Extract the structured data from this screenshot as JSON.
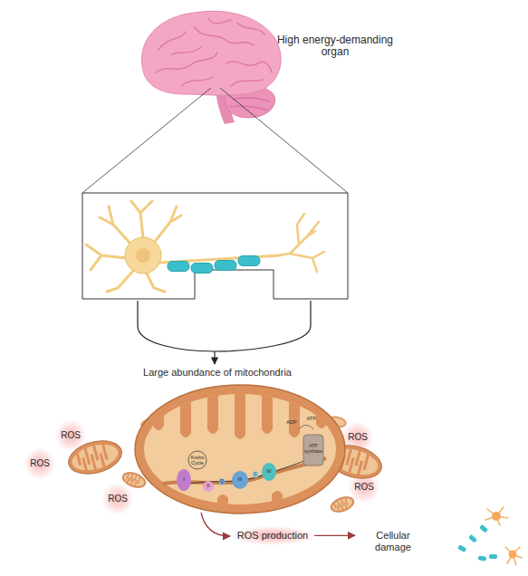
{
  "diagram": {
    "nodes": [
      {
        "text": [
          "ROS production"
        ]
      },
      {
        "text": [
          "Cellular damage"
        ]
      }
    ],
    "edges": [
      {
        "from": 0,
        "to": 1,
        "arrow": "to"
      }
    ],
    "labels": [
      "High energy-demanding organ",
      "Large abundance of mitochondria",
      "ROS",
      "ROS",
      "ROS",
      "ROS",
      "ROS",
      "Krebs Cycle",
      "I",
      "II",
      "Q",
      "III",
      "C",
      "IV",
      "ADP",
      "ATP",
      "ATP synthase"
    ]
  }
}
